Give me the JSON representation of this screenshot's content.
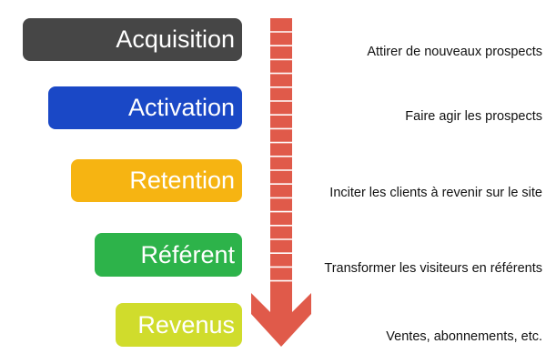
{
  "stages": [
    {
      "label": "Acquisition",
      "description": "Attirer de nouveaux prospects",
      "color": "#464646"
    },
    {
      "label": "Activation",
      "description": "Faire agir les prospects",
      "color": "#1a48c6"
    },
    {
      "label": "Retention",
      "description": "Inciter les clients à revenir sur le site",
      "color": "#f6b412"
    },
    {
      "label": "Référent",
      "description": "Transformer les visiteurs en référents",
      "color": "#2db34a"
    },
    {
      "label": "Revenus",
      "description": "Ventes, abonnements, etc.",
      "color": "#d0dc2c"
    }
  ],
  "arrow": {
    "color": "#e05a4a"
  }
}
